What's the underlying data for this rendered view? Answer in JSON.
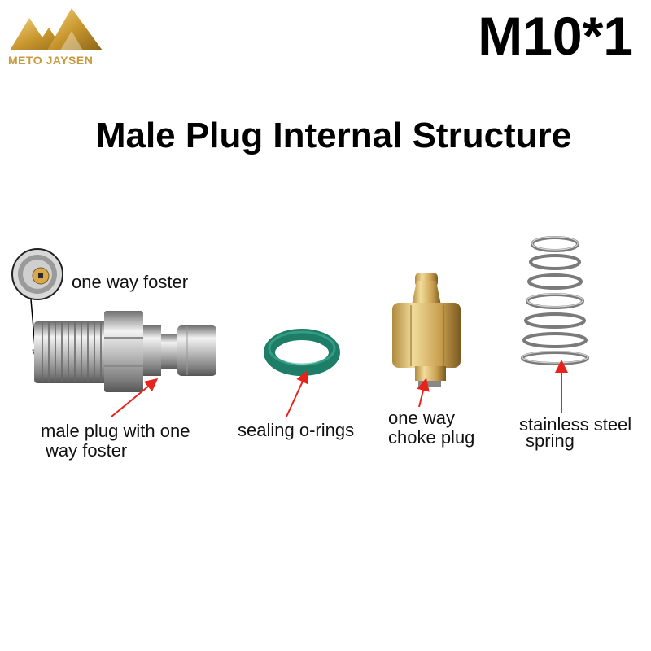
{
  "brand": {
    "name": "METO JAYSEN"
  },
  "header": {
    "size": "M10*1",
    "title": "Male Plug Internal Structure"
  },
  "parts": {
    "one_way_foster": "one way foster",
    "male_plug_line1": "male plug with one",
    "male_plug_line2": "way foster",
    "o_rings": "sealing o-rings",
    "choke_plug_line1": "one way",
    "choke_plug_line2": "choke plug",
    "spring_line1": "stainless steel",
    "spring_line2": "spring"
  },
  "colors": {
    "arrow": "#e8231c",
    "logo_gold": "#c89a3c",
    "oring_green": "#1e7d66"
  }
}
